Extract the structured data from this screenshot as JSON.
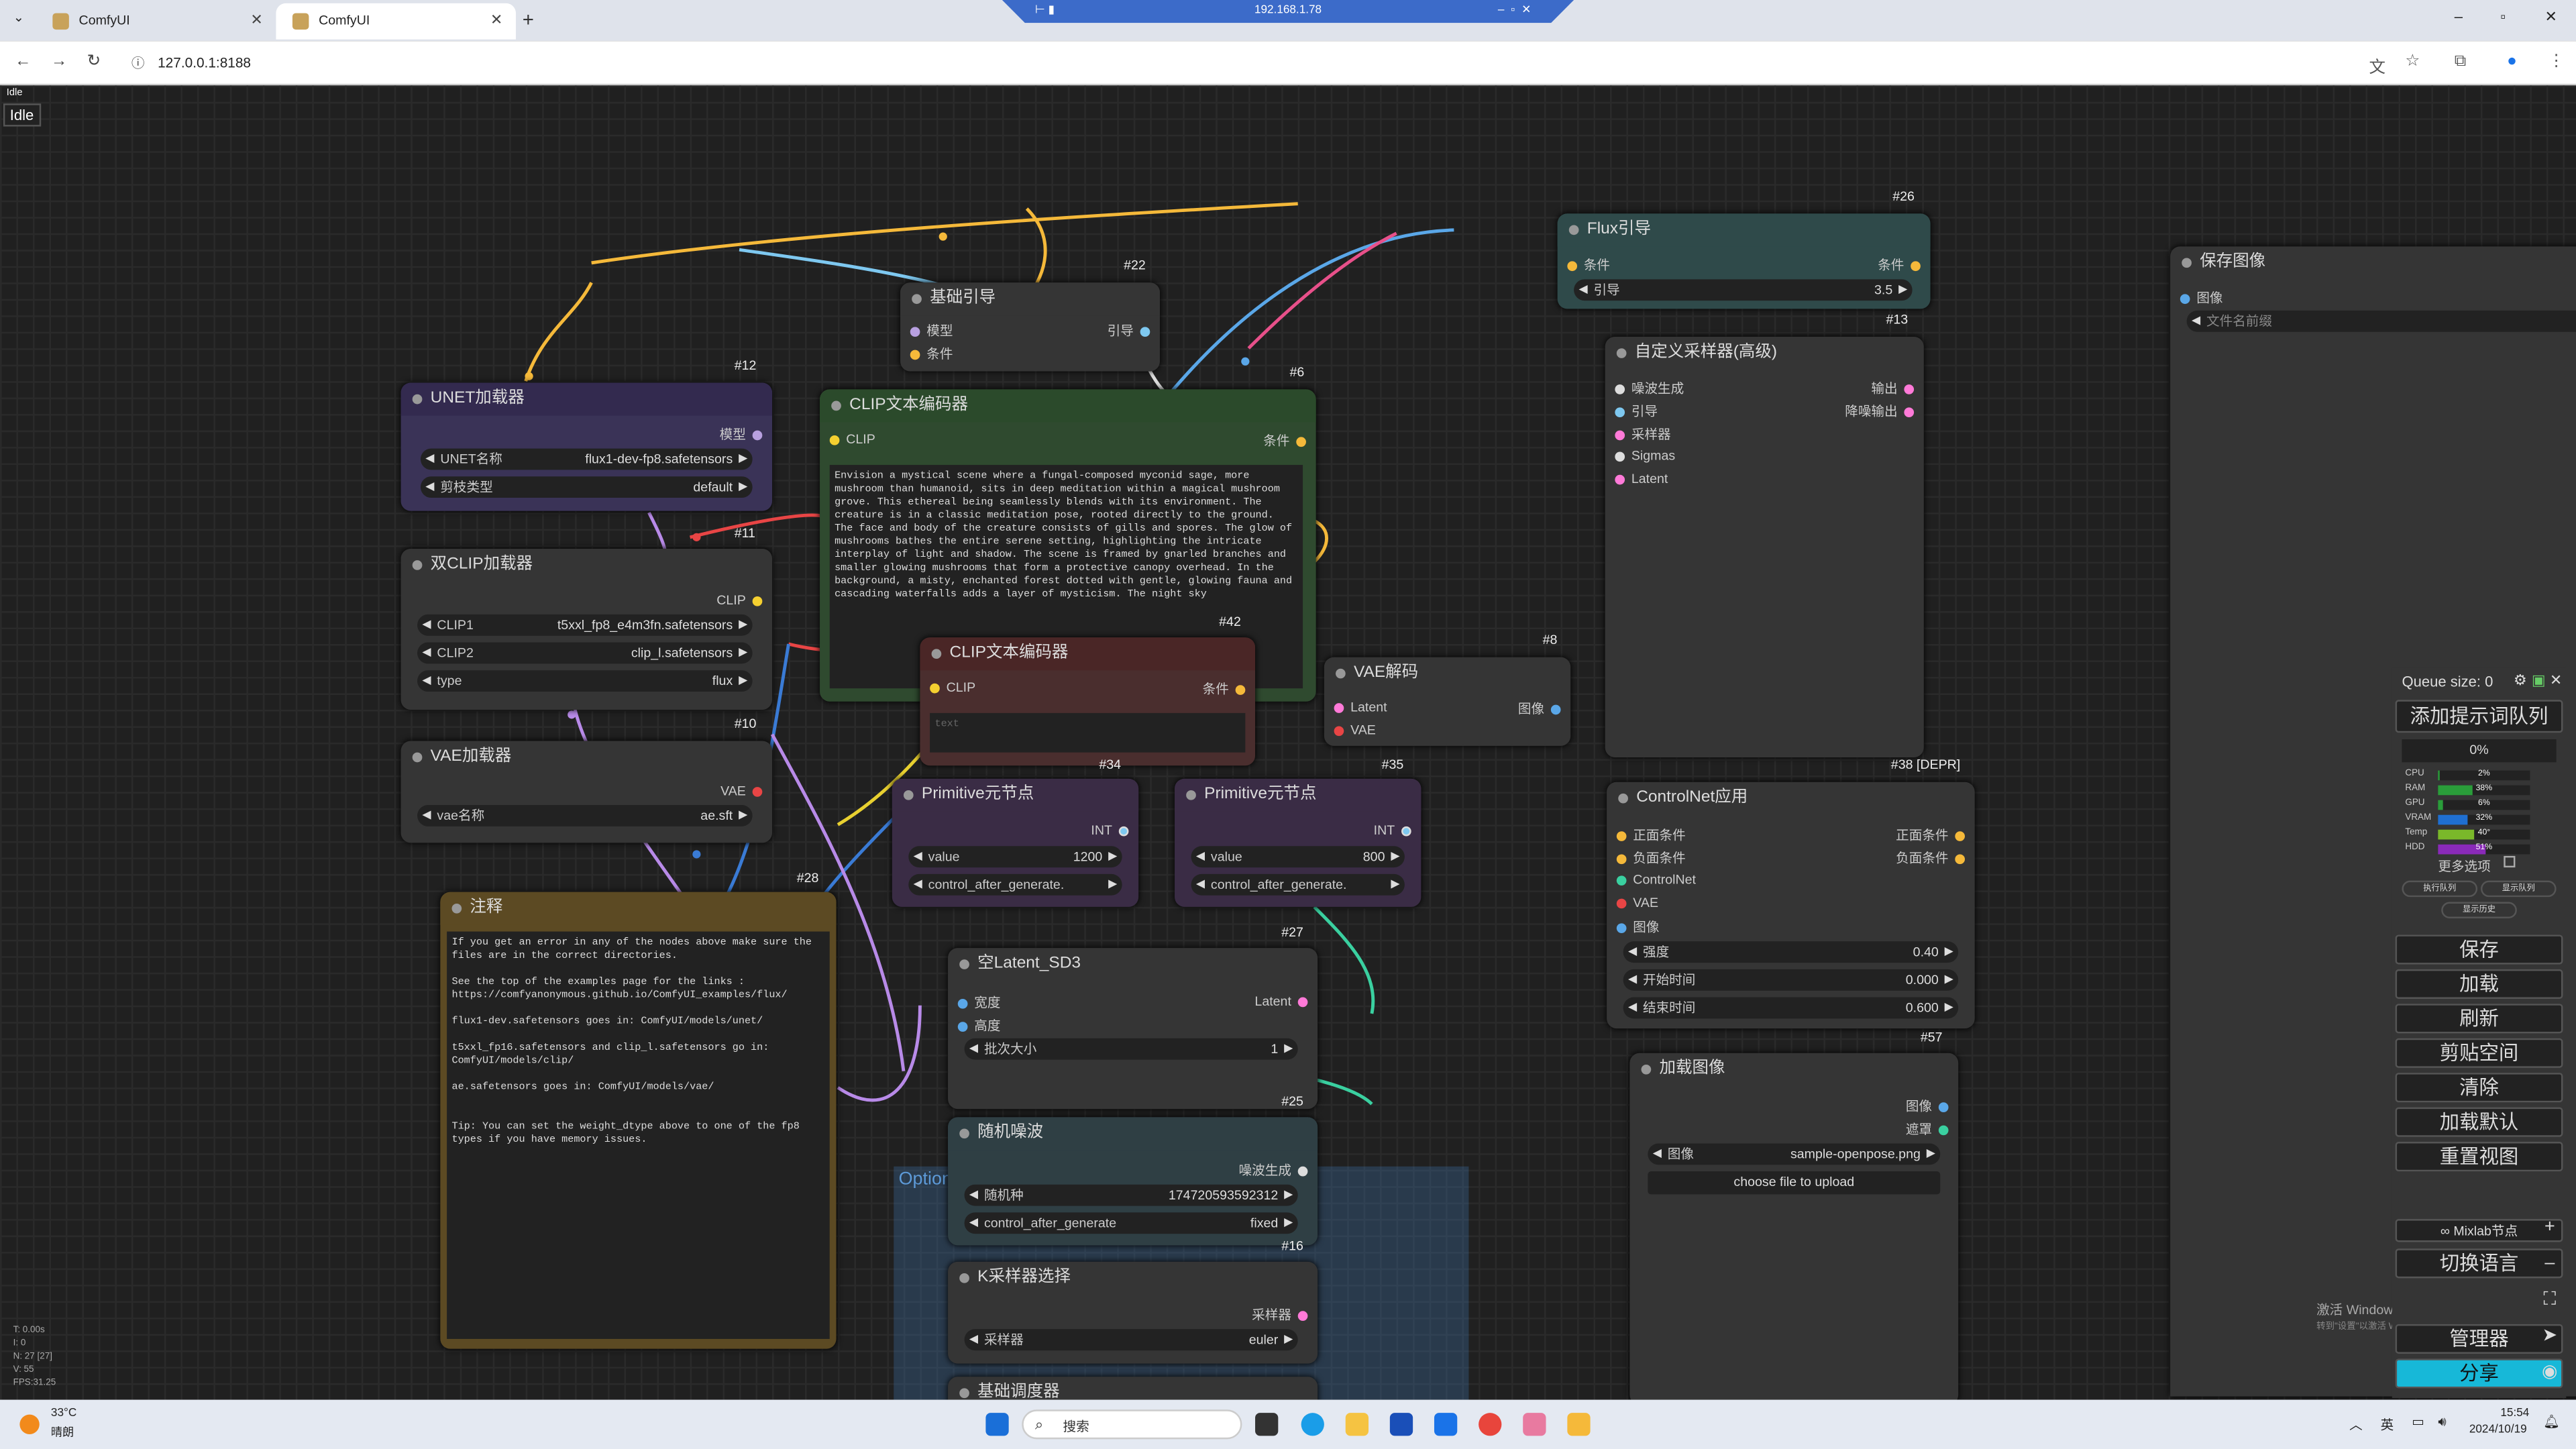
{
  "browser": {
    "tabs": [
      {
        "title": "ComfyUI",
        "active": false
      },
      {
        "title": "ComfyUI",
        "active": true
      }
    ],
    "url": "127.0.0.1:8188",
    "remote_ip": "192.168.1.78"
  },
  "status": {
    "top": "Idle",
    "badge": "Idle"
  },
  "nodes": {
    "n22": {
      "id": "#22",
      "title": "基础引导",
      "in": [
        "模型",
        "条件"
      ],
      "out": "引导"
    },
    "n12": {
      "id": "#12",
      "title": "UNET加载器",
      "out": "模型",
      "w1_label": "UNET名称",
      "w1_value": "flux1-dev-fp8.safetensors",
      "w2_label": "剪枝类型",
      "w2_value": "default"
    },
    "n6": {
      "id": "#6",
      "title": "CLIP文本编码器",
      "in": "CLIP",
      "out": "条件",
      "text": "Envision a mystical scene where a fungal-composed myconid sage, more mushroom than humanoid, sits in deep meditation within a magical mushroom grove. This ethereal being seamlessly blends with its environment. The creature is in a classic meditation pose, rooted directly to the ground. The face and body of the creature consists of gills and spores. The glow of mushrooms bathes the entire serene setting, highlighting the intricate interplay of light and shadow. The scene is framed by gnarled branches and smaller glowing mushrooms that form a protective canopy overhead. In the background, a misty, enchanted forest dotted with gentle, glowing fauna and cascading waterfalls adds a layer of mysticism. The night sky"
    },
    "n11": {
      "id": "#11",
      "title": "双CLIP加载器",
      "out": "CLIP",
      "w1_label": "CLIP1",
      "w1_value": "t5xxl_fp8_e4m3fn.safetensors",
      "w2_label": "CLIP2",
      "w2_value": "clip_l.safetensors",
      "w3_label": "type",
      "w3_value": "flux"
    },
    "n42": {
      "id": "#42",
      "title": "CLIP文本编码器",
      "in": "CLIP",
      "out": "条件",
      "placeholder": "text"
    },
    "n10": {
      "id": "#10",
      "title": "VAE加载器",
      "out": "VAE",
      "w1_label": "vae名称",
      "w1_value": "ae.sft"
    },
    "n34": {
      "id": "#34",
      "title": "Primitive元节点",
      "out": "INT",
      "w1_label": "value",
      "w1_value": "1200",
      "w2_label": "control_after_generate",
      "w2_value": "control_after_generate."
    },
    "n35": {
      "id": "#35",
      "title": "Primitive元节点",
      "out": "INT",
      "w1_label": "value",
      "w1_value": "800",
      "w2_value": "control_after_generate."
    },
    "n8": {
      "id": "#8",
      "title": "VAE解码",
      "in": [
        "Latent",
        "VAE"
      ],
      "out": "图像"
    },
    "n28": {
      "id": "#28",
      "title": "注释",
      "text": "If you get an error in any of the nodes above make sure the files are in the correct directories.\n\nSee the top of the examples page for the links :\nhttps://comfyanonymous.github.io/ComfyUI_examples/flux/\n\nflux1-dev.safetensors goes in: ComfyUI/models/unet/\n\nt5xxl_fp16.safetensors and clip_l.safetensors go in:\nComfyUI/models/clip/\n\nae.safetensors goes in: ComfyUI/models/vae/\n\n\nTip: You can set the weight_dtype above to one of the fp8\ntypes if you have memory issues."
    },
    "n27": {
      "id": "#27",
      "title": "空Latent_SD3",
      "in": [
        "宽度",
        "高度"
      ],
      "out": "Latent",
      "w1_label": "批次大小",
      "w1_value": "1"
    },
    "n25": {
      "id": "#25",
      "title": "随机噪波",
      "out": "噪波生成",
      "w1_label": "随机种",
      "w1_value": "174720593592312",
      "w2_label": "control_after_generate",
      "w2_value": "fixed"
    },
    "n16": {
      "id": "#16",
      "title": "K采样器选择",
      "out": "采样器",
      "w1_label": "采样器",
      "w1_value": "euler"
    },
    "n_sched": {
      "title": "基础调度器"
    },
    "group": {
      "title": "Option"
    },
    "n26": {
      "id": "#26",
      "title": "Flux引导",
      "in": "条件",
      "out": "条件",
      "w1_label": "引导",
      "w1_value": "3.5"
    },
    "n13": {
      "id": "#13",
      "title": "自定义采样器(高级)",
      "in": [
        "噪波生成",
        "引导",
        "采样器",
        "Sigmas",
        "Latent"
      ],
      "out": [
        "输出",
        "降噪输出"
      ]
    },
    "n38": {
      "id": "#38 [DEPR]",
      "title": "ControlNet应用",
      "in": [
        "正面条件",
        "负面条件",
        "ControlNet",
        "VAE",
        "图像"
      ],
      "out": [
        "正面条件",
        "负面条件"
      ],
      "w1_label": "强度",
      "w1_value": "0.40",
      "w2_label": "开始时间",
      "w2_value": "0.000",
      "w3_label": "结束时间",
      "w3_value": "0.600"
    },
    "n57": {
      "id": "#57",
      "title": "加载图像",
      "out": [
        "图像",
        "遮罩"
      ],
      "w1_label": "图像",
      "w1_value": "sample-openpose.png",
      "upload": "choose file to upload"
    },
    "save": {
      "title": "保存图像",
      "in": "图像",
      "placeholder": "文件名前缀"
    }
  },
  "queue": {
    "title": "Queue size: 0",
    "add": "添加提示词队列",
    "progress": "0%",
    "more": "更多选项",
    "exec": "执行队列",
    "show": "显示队列",
    "history": "显示历史",
    "buttons": [
      "保存",
      "加载",
      "刷新",
      "剪贴空间",
      "清除",
      "加载默认",
      "重置视图"
    ],
    "mixlab": "∞ Mixlab节点",
    "lang": "切换语言",
    "manager": "管理器",
    "share": "分享",
    "stats": [
      {
        "label": "CPU",
        "value": "2%",
        "pct": 2,
        "color": "#2a9d3a"
      },
      {
        "label": "RAM",
        "value": "38%",
        "pct": 38,
        "color": "#2a9d3a"
      },
      {
        "label": "GPU",
        "value": "6%",
        "pct": 6,
        "color": "#2a9d3a"
      },
      {
        "label": "VRAM",
        "value": "32%",
        "pct": 32,
        "color": "#1f6fd1"
      },
      {
        "label": "Temp",
        "value": "40°",
        "pct": 40,
        "color": "#7ab82a"
      },
      {
        "label": "HDD",
        "value": "51%",
        "pct": 51,
        "color": "#8a2ab8"
      }
    ]
  },
  "info": [
    "T: 0.00s",
    "I: 0",
    "N: 27 [27]",
    "V: 55",
    "FPS:31.25"
  ],
  "watermark": {
    "line1": "激活 Windows",
    "line2": "转到\"设置\"以激活 Windows。"
  },
  "taskbar": {
    "weather_temp": "33°C",
    "weather_desc": "晴朗",
    "search": "搜索",
    "time": "15:54",
    "date": "2024/10/19",
    "ime": "英"
  },
  "colors": {
    "accent": "#00c6ff",
    "unet": "#332a4f",
    "clip": "#2b4a2b",
    "clipneg": "#4a2626",
    "note": "#5c4a23"
  }
}
